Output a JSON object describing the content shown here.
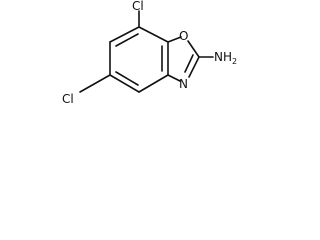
{
  "molecule": {
    "atoms": {
      "cl_top": "Cl",
      "cl_left": "Cl",
      "oxygen": "O",
      "nitrogen": "N",
      "amine_main": "NH",
      "amine_sub": "2"
    }
  }
}
